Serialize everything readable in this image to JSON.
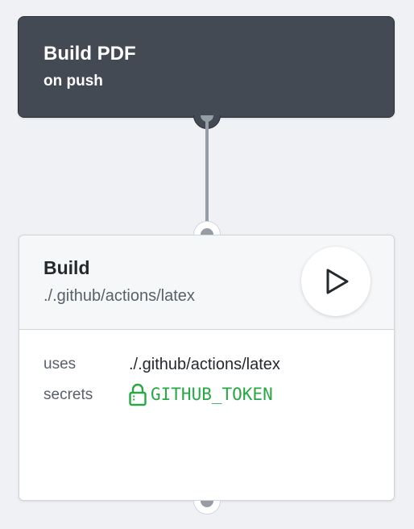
{
  "workflow": {
    "title": "Build PDF",
    "trigger": "on push"
  },
  "action": {
    "name": "Build",
    "path": "./.github/actions/latex",
    "run_icon": "play-icon",
    "details": {
      "uses_label": "uses",
      "uses_value": "./.github/actions/latex",
      "secrets_label": "secrets",
      "secret_icon": "lock-icon",
      "secret_value": "GITHUB_TOKEN"
    }
  },
  "colors": {
    "workflow_bg": "#434a54",
    "connector": "#959da5",
    "secret": "#28a745",
    "page_bg": "#eff1f4"
  }
}
